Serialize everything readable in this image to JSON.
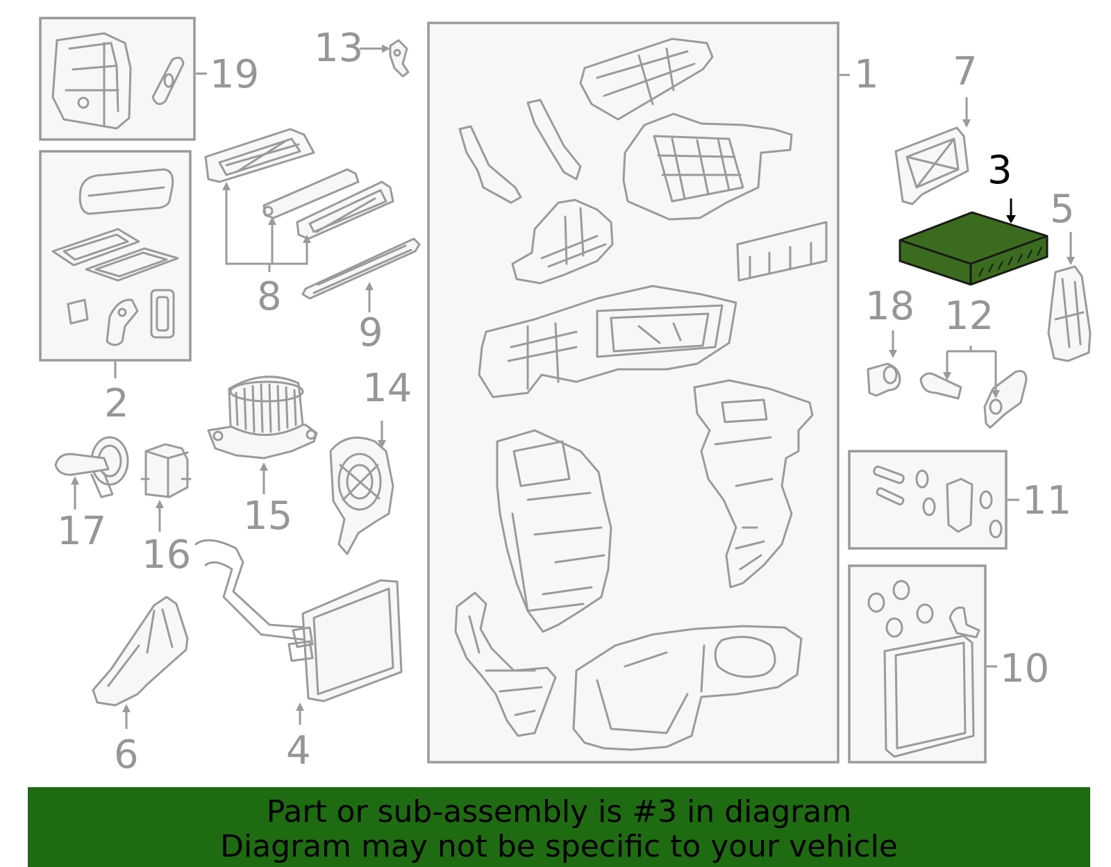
{
  "callouts": [
    {
      "id": "1",
      "label": "1"
    },
    {
      "id": "2",
      "label": "2"
    },
    {
      "id": "3",
      "label": "3",
      "highlight": true
    },
    {
      "id": "4",
      "label": "4"
    },
    {
      "id": "5",
      "label": "5"
    },
    {
      "id": "6",
      "label": "6"
    },
    {
      "id": "7",
      "label": "7"
    },
    {
      "id": "8",
      "label": "8"
    },
    {
      "id": "9",
      "label": "9"
    },
    {
      "id": "10",
      "label": "10"
    },
    {
      "id": "11",
      "label": "11"
    },
    {
      "id": "12",
      "label": "12"
    },
    {
      "id": "13",
      "label": "13"
    },
    {
      "id": "14",
      "label": "14"
    },
    {
      "id": "15",
      "label": "15"
    },
    {
      "id": "16",
      "label": "16"
    },
    {
      "id": "17",
      "label": "17"
    },
    {
      "id": "18",
      "label": "18"
    },
    {
      "id": "19",
      "label": "19"
    }
  ],
  "banner": {
    "line1": "Part or sub-assembly is #3 in diagram",
    "line2": "Diagram may not be specific to your vehicle"
  },
  "colors": {
    "highlight_part": "#3a6b1e",
    "banner_bg": "#1f6b12",
    "line_gray": "#9a9a9a",
    "label_gray": "#969696"
  }
}
